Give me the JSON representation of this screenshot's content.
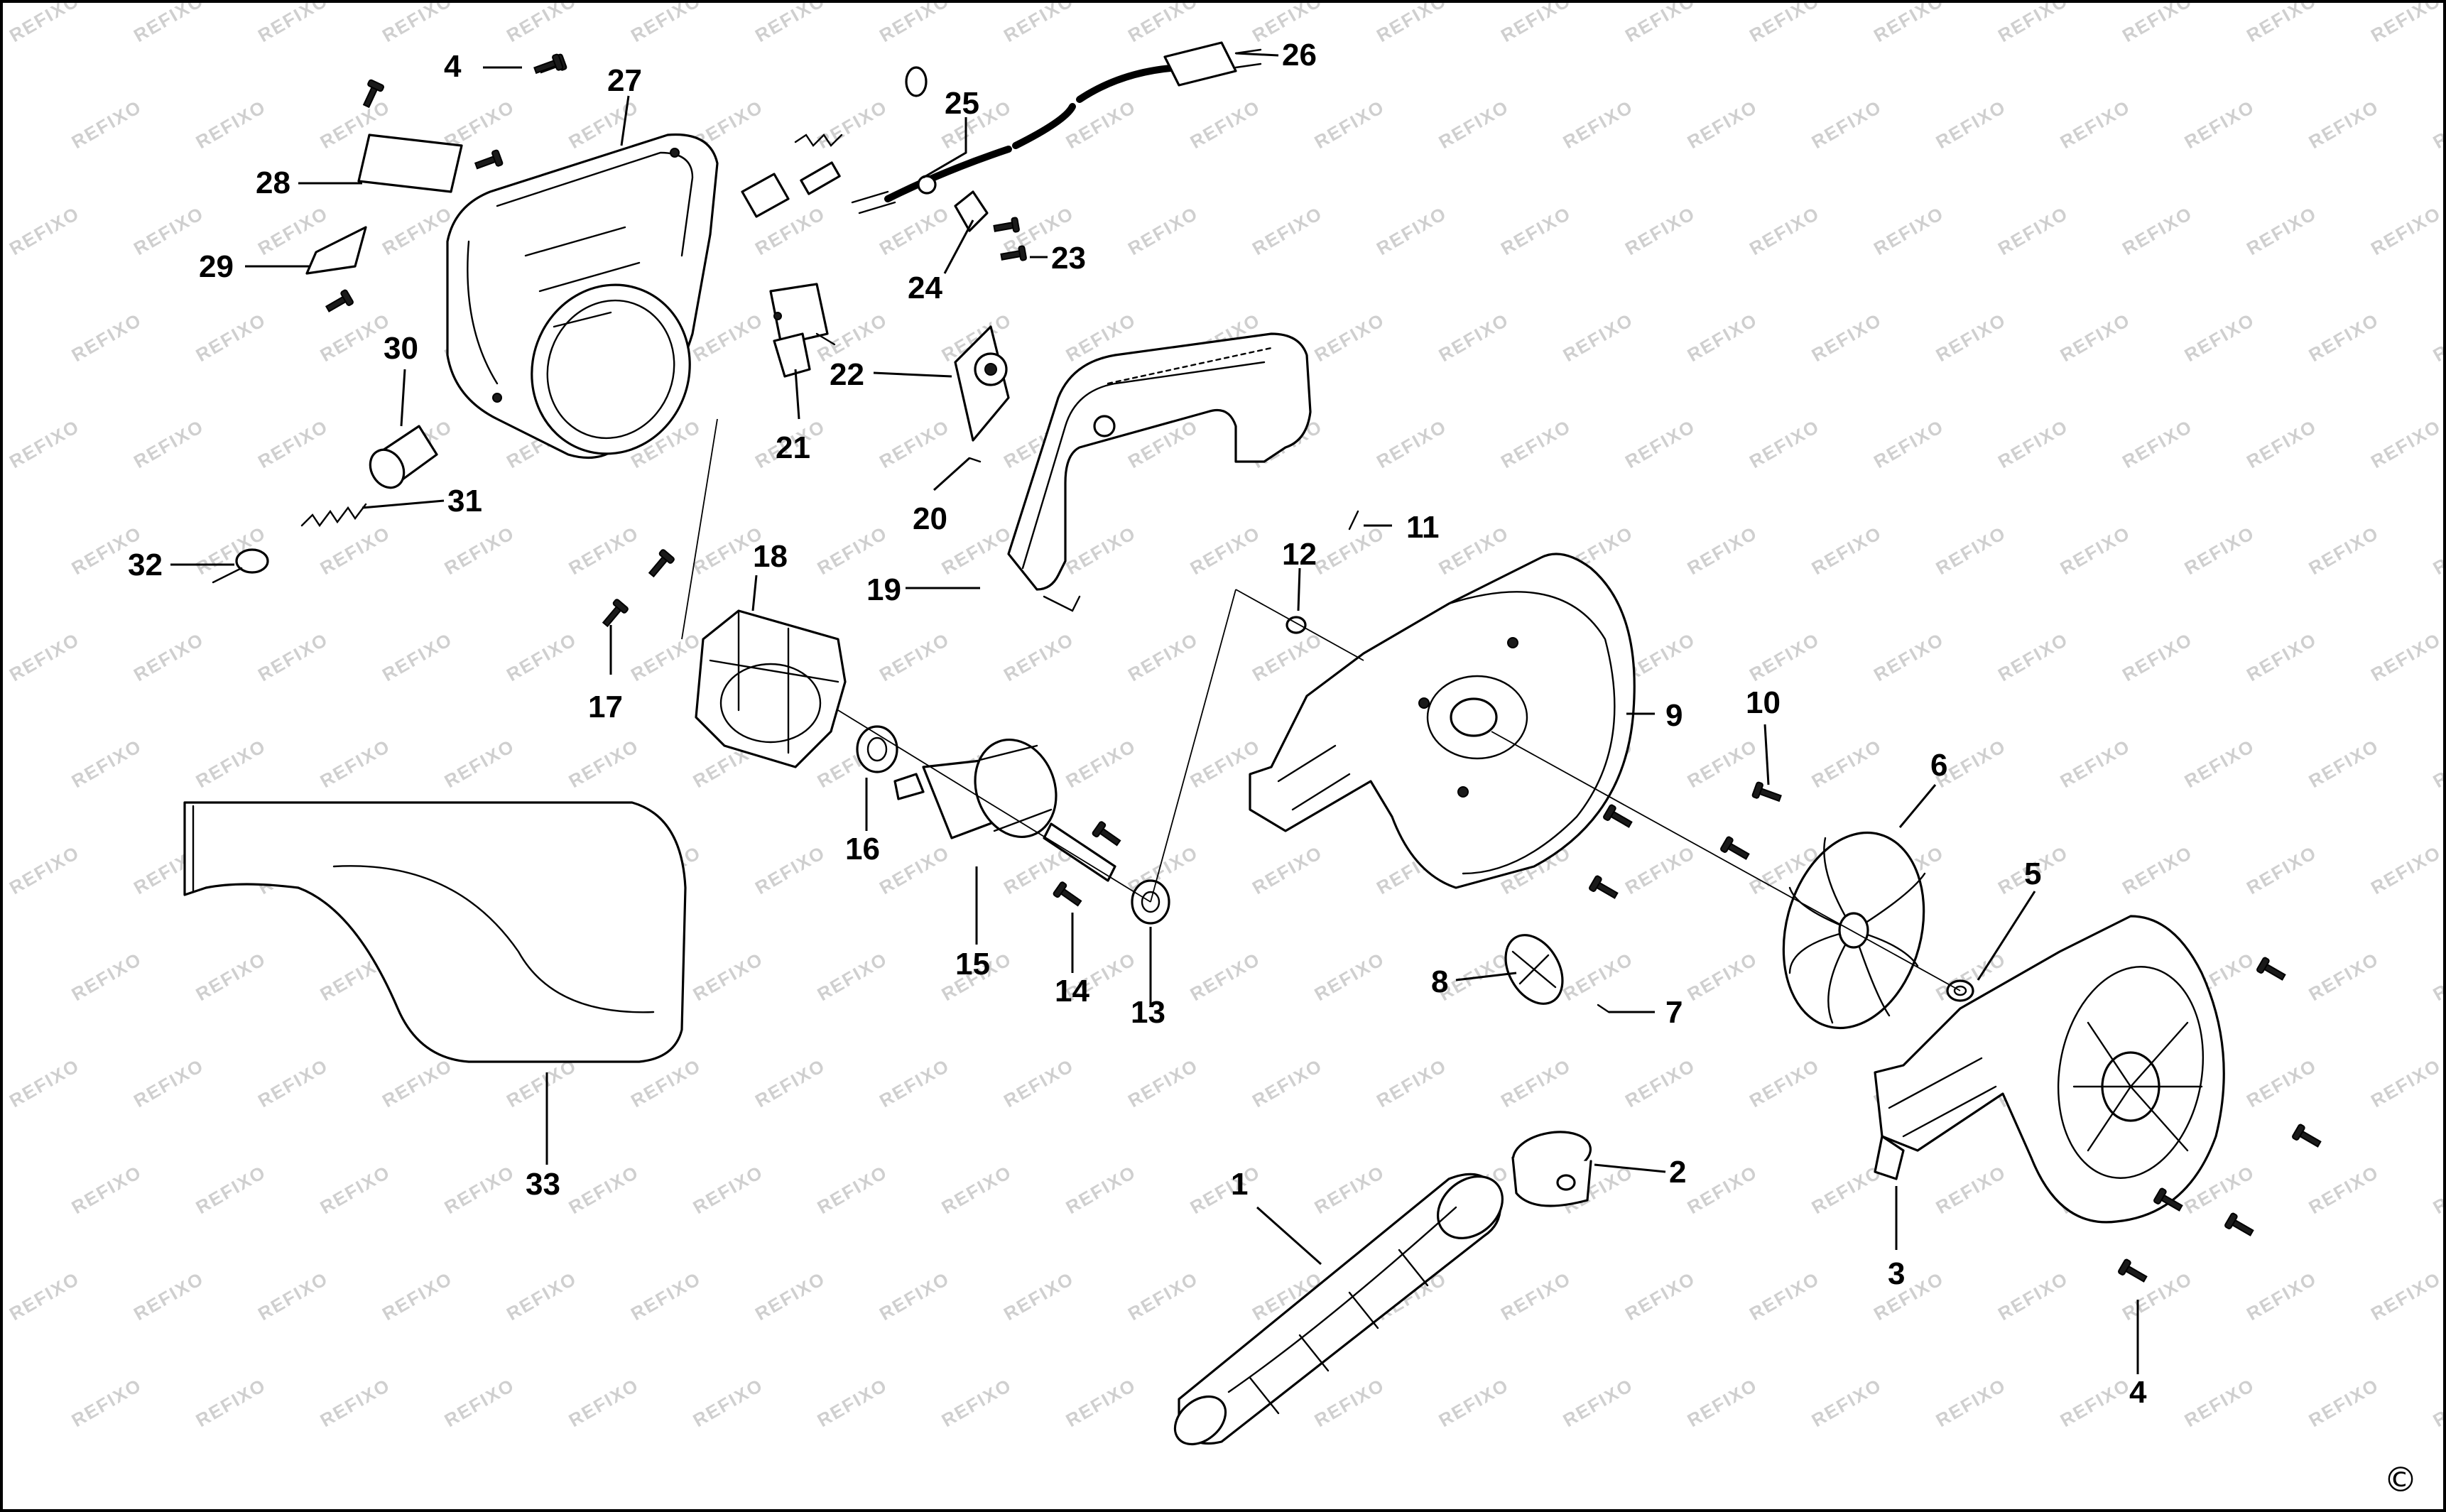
{
  "watermark": "REFIXO",
  "copyright_symbol": "©",
  "labels": {
    "p1": "1",
    "p2": "2",
    "p3": "3",
    "p4a": "4",
    "p4b": "4",
    "p5": "5",
    "p6": "6",
    "p7": "7",
    "p8": "8",
    "p9": "9",
    "p10": "10",
    "p11": "11",
    "p12": "12",
    "p13": "13",
    "p14": "14",
    "p15": "15",
    "p16": "16",
    "p17": "17",
    "p18": "18",
    "p19": "19",
    "p20": "20",
    "p21": "21",
    "p22": "22",
    "p23": "23",
    "p24": "24",
    "p25": "25",
    "p26": "26",
    "p27": "27",
    "p28": "28",
    "p29": "29",
    "p30": "30",
    "p31": "31",
    "p32": "32",
    "p33": "33"
  }
}
